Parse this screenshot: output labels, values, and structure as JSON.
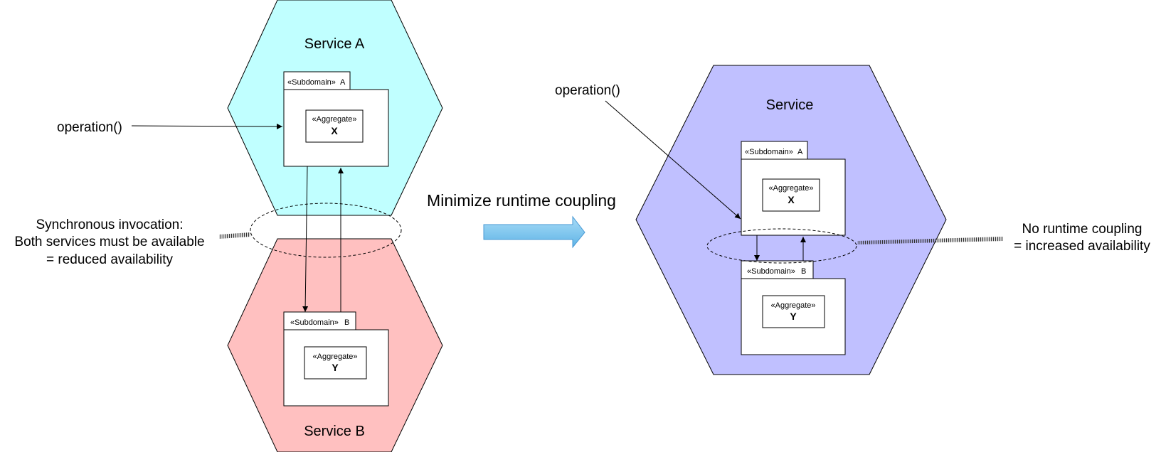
{
  "left": {
    "service_a": {
      "title": "Service A",
      "fill": "#c0ffff"
    },
    "service_b": {
      "title": "Service B",
      "fill": "#ffc0c0"
    },
    "subdomain_a": {
      "stereotype": "«Subdomain»",
      "name": "A"
    },
    "subdomain_b": {
      "stereotype": "«Subdomain»",
      "name": "B"
    },
    "aggregate_x": {
      "stereotype": "«Aggregate»",
      "name": "X"
    },
    "aggregate_y": {
      "stereotype": "«Aggregate»",
      "name": "Y"
    },
    "operation_label": "operation()",
    "note_lines": [
      "Synchronous invocation:",
      "Both services must be available",
      "= reduced availability"
    ]
  },
  "transition": {
    "label": "Minimize runtime coupling",
    "arrow_color": "#7ec8f0"
  },
  "right": {
    "service": {
      "title": "Service",
      "fill": "#c0c0ff"
    },
    "subdomain_a": {
      "stereotype": "«Subdomain»",
      "name": "A"
    },
    "subdomain_b": {
      "stereotype": "«Subdomain»",
      "name": "B"
    },
    "aggregate_x": {
      "stereotype": "«Aggregate»",
      "name": "X"
    },
    "aggregate_y": {
      "stereotype": "«Aggregate»",
      "name": "Y"
    },
    "operation_label": "operation()",
    "note_lines": [
      "No runtime coupling",
      "= increased availability"
    ]
  }
}
